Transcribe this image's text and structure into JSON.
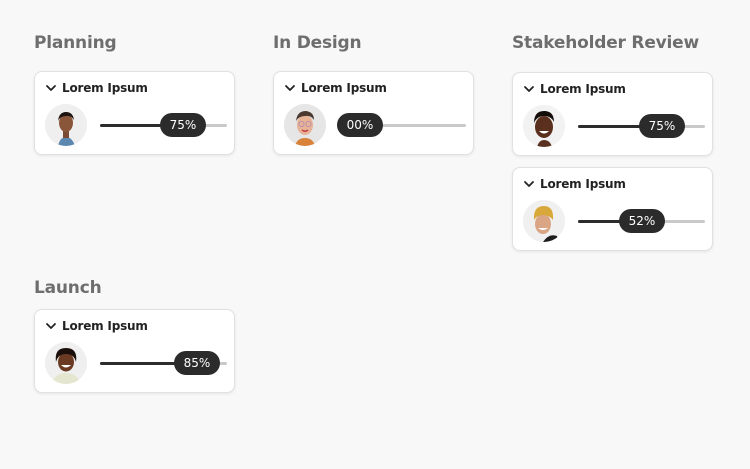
{
  "columns": [
    {
      "title": "Planning"
    },
    {
      "title": "In Design"
    },
    {
      "title": "Stakeholder Review"
    },
    {
      "title": "Launch"
    }
  ],
  "cards": [
    {
      "column": "Planning",
      "title": "Lorem Ipsum",
      "progress": 75,
      "progress_label": "75%",
      "avatar": "avatar-woman-dark-hair"
    },
    {
      "column": "In Design",
      "title": "Lorem Ipsum",
      "progress": 0,
      "progress_label": "00%",
      "avatar": "avatar-woman-glasses"
    },
    {
      "column": "Stakeholder Review",
      "title": "Lorem Ipsum",
      "progress": 75,
      "progress_label": "75%",
      "avatar": "avatar-man-smiling"
    },
    {
      "column": "Stakeholder Review",
      "title": "Lorem Ipsum",
      "progress": 52,
      "progress_label": "52%",
      "avatar": "avatar-man-yellow-beanie"
    },
    {
      "column": "Launch",
      "title": "Lorem Ipsum",
      "progress": 85,
      "progress_label": "85%",
      "avatar": "avatar-woman-curly-hair"
    }
  ],
  "colors": {
    "background": "#f8f8f8",
    "heading": "#6e6e6e",
    "track_fill": "#2c2c2c",
    "track_empty": "#c9c9c9",
    "pill": "#2b2b2b"
  }
}
